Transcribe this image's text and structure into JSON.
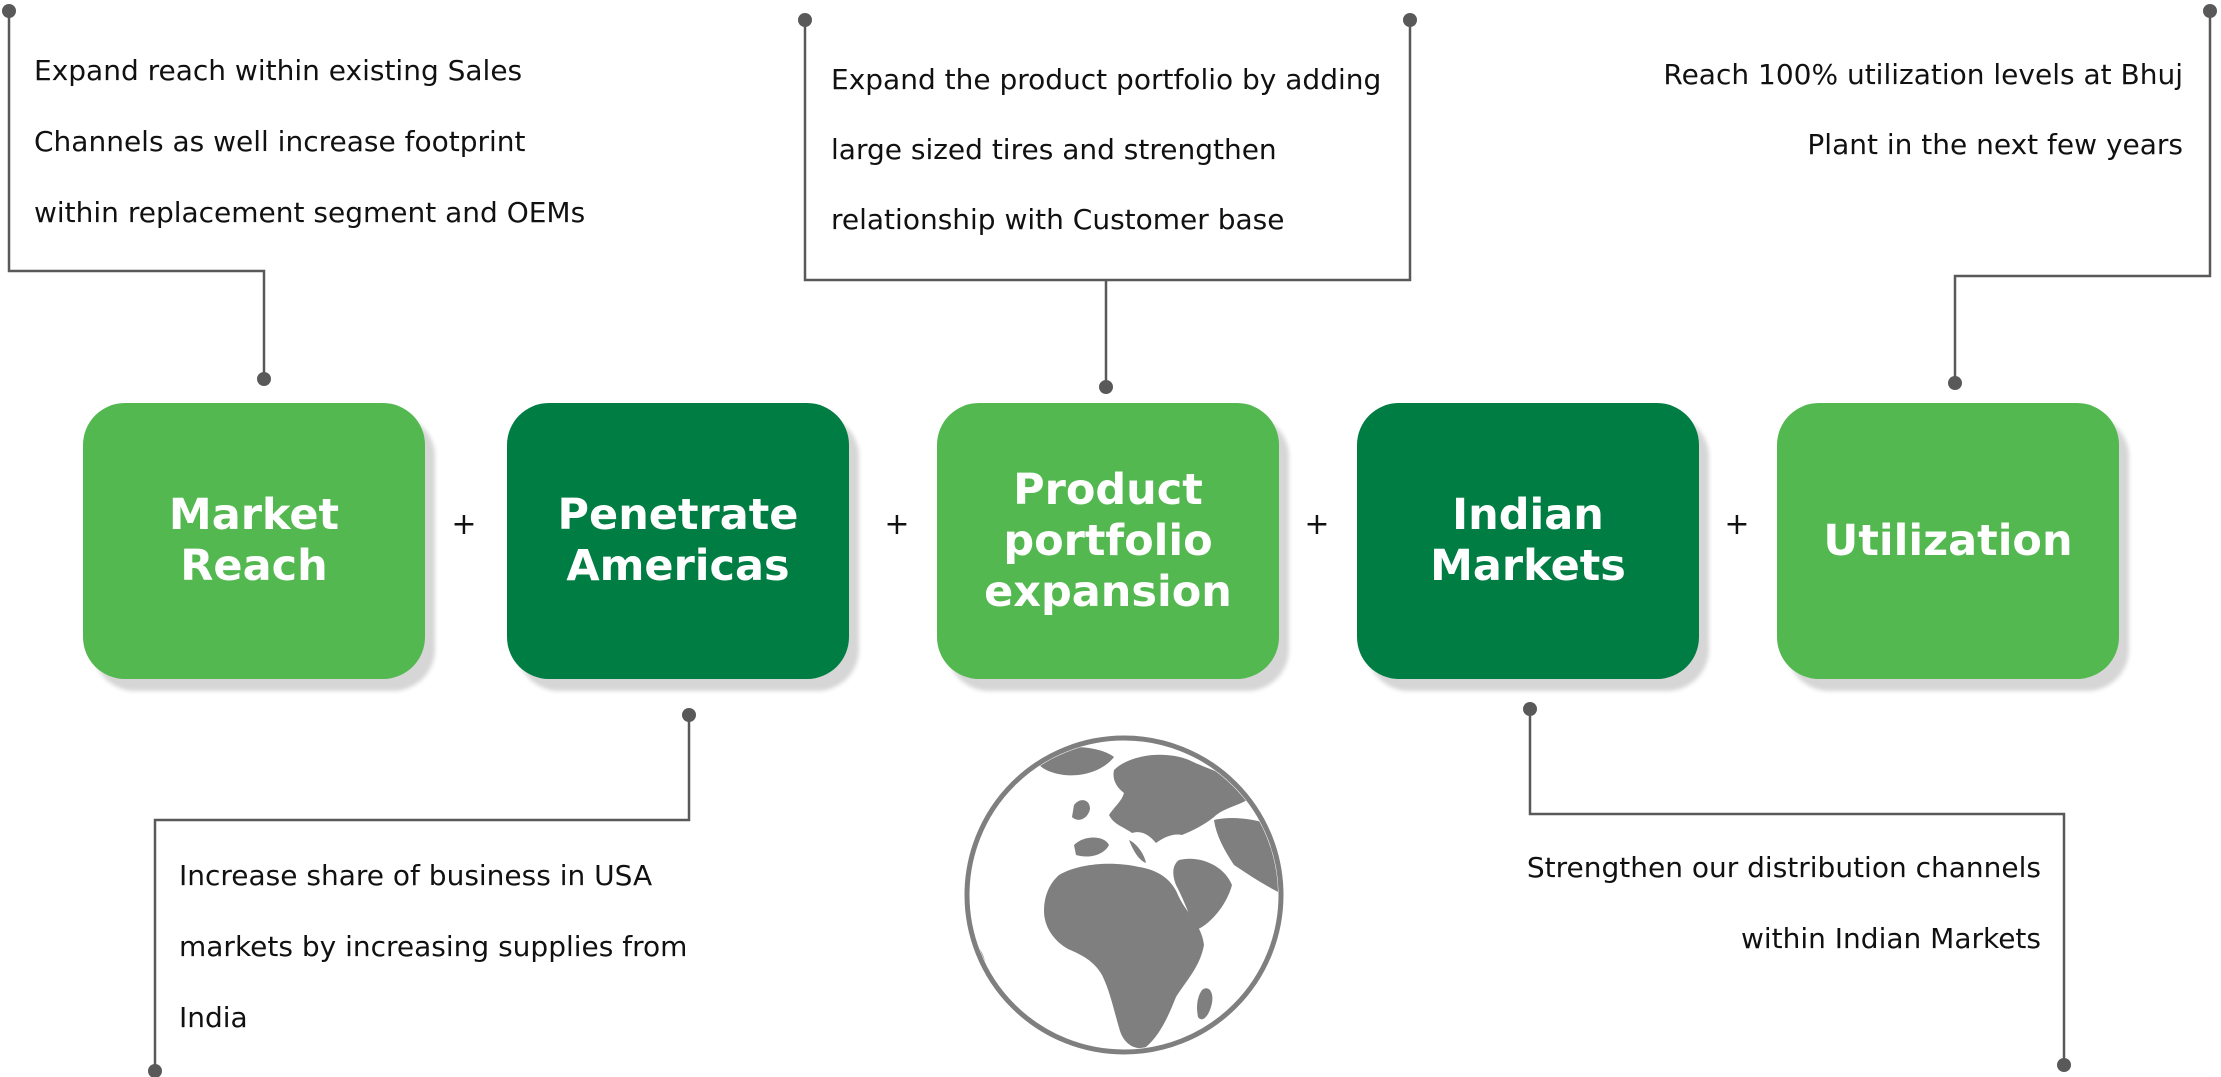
{
  "boxes": [
    {
      "label": "Market Reach",
      "color": "#52b84f"
    },
    {
      "label": "Penetrate Americas",
      "color": "#007d43"
    },
    {
      "label": "Product portfolio expansion",
      "color": "#52b84f"
    },
    {
      "label": "Indian Markets",
      "color": "#007d43"
    },
    {
      "label": "Utilization",
      "color": "#52b84f"
    }
  ],
  "connector_symbol": "+",
  "notes": {
    "market_reach": [
      "Expand reach within existing Sales",
      "Channels as well increase footprint",
      "within replacement segment and OEMs"
    ],
    "americas": [
      "Increase share of business in USA",
      "markets by increasing supplies from",
      "India"
    ],
    "portfolio": [
      "Expand the product portfolio by adding",
      "large sized tires and strengthen",
      "relationship with Customer base"
    ],
    "indian_markets": [
      "Strengthen our distribution channels",
      "within Indian Markets"
    ],
    "utilization": [
      "Reach 100% utilization levels at Bhuj",
      "Plant in the next few years"
    ]
  },
  "colors": {
    "light_green": "#52b84f",
    "dark_green": "#007d43",
    "line": "#595959",
    "globe": "#7f7f7f"
  },
  "icons": {
    "globe": "globe-icon"
  }
}
